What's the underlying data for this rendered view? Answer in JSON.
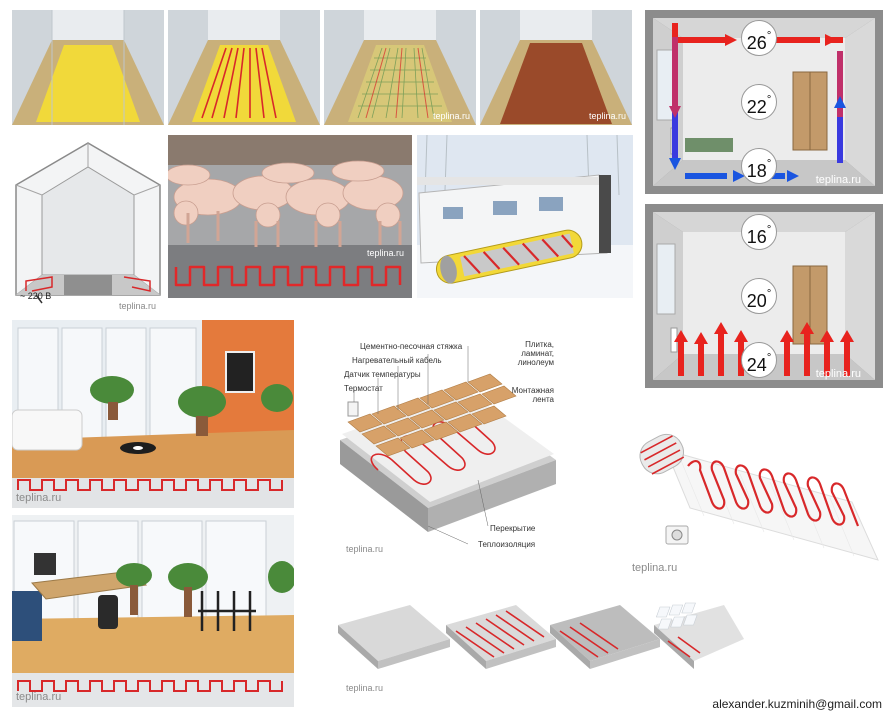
{
  "watermark": "teplina.ru",
  "email": "alexander.kuzminih@gmail.com",
  "greenhouse": {
    "voltage": "~ 220 В"
  },
  "room_convective": {
    "top": "26",
    "mid": "22",
    "bottom": "18",
    "degree": "°"
  },
  "room_floor": {
    "top": "16",
    "mid": "20",
    "bottom": "24",
    "degree": "°"
  },
  "layers": {
    "screed": "Цементно-песочная стяжка",
    "cable": "Нагревательный кабель",
    "sensor": "Датчик температуры",
    "thermostat": "Термостат",
    "finish_1": "Плитка,",
    "finish_2": "ламинат,",
    "finish_3": "линолеум",
    "tape_1": "Монтажная",
    "tape_2": "лента",
    "slab": "Перекрытие",
    "insulation": "Теплоизоляция"
  },
  "colors": {
    "cable": "#d8282a",
    "warm": "#e8231e",
    "cold": "#1a55e0",
    "floor": "#d9a46a"
  }
}
